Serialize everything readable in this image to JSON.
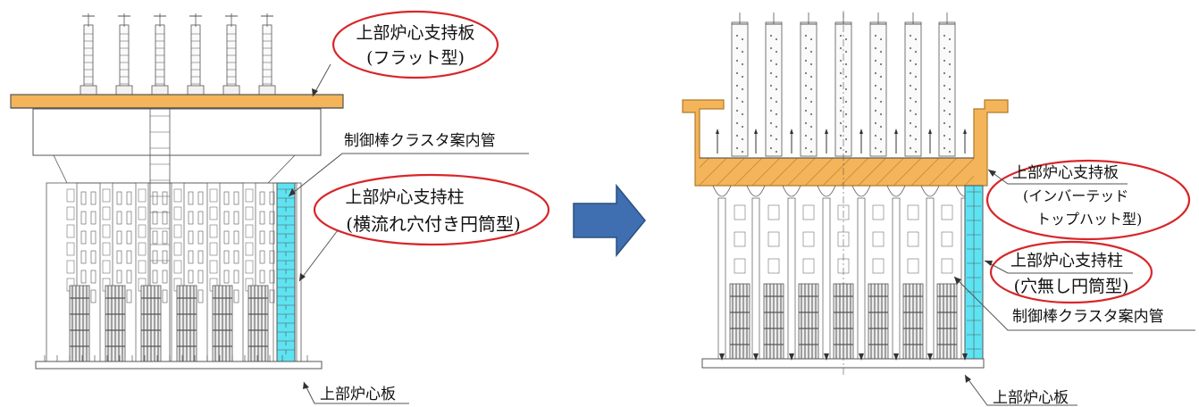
{
  "left": {
    "upper_support_plate": {
      "line1": "上部炉心支持板",
      "line2": "(フラット型)"
    },
    "guide_tube": "制御棒クラスタ案内管",
    "support_column": {
      "line1": "上部炉心支持柱",
      "line2": "(横流れ穴付き円筒型)"
    },
    "upper_core_plate": "上部炉心板"
  },
  "right": {
    "upper_support_plate": {
      "line1": "上部炉心支持板",
      "line2": "(インバーテッド",
      "line3": "トップハット型)"
    },
    "support_column": {
      "line1": "上部炉心支持柱",
      "line2": "(穴無し円筒型)"
    },
    "guide_tube": "制御棒クラスタ案内管",
    "upper_core_plate": "上部炉心板"
  },
  "colors": {
    "plate": "#f4b45a",
    "plate_edge": "#b07a2a",
    "highlight": "#5ee3f2",
    "arrow": "#3f6fb0",
    "ellipse": "#d8262a",
    "line": "#555555"
  }
}
